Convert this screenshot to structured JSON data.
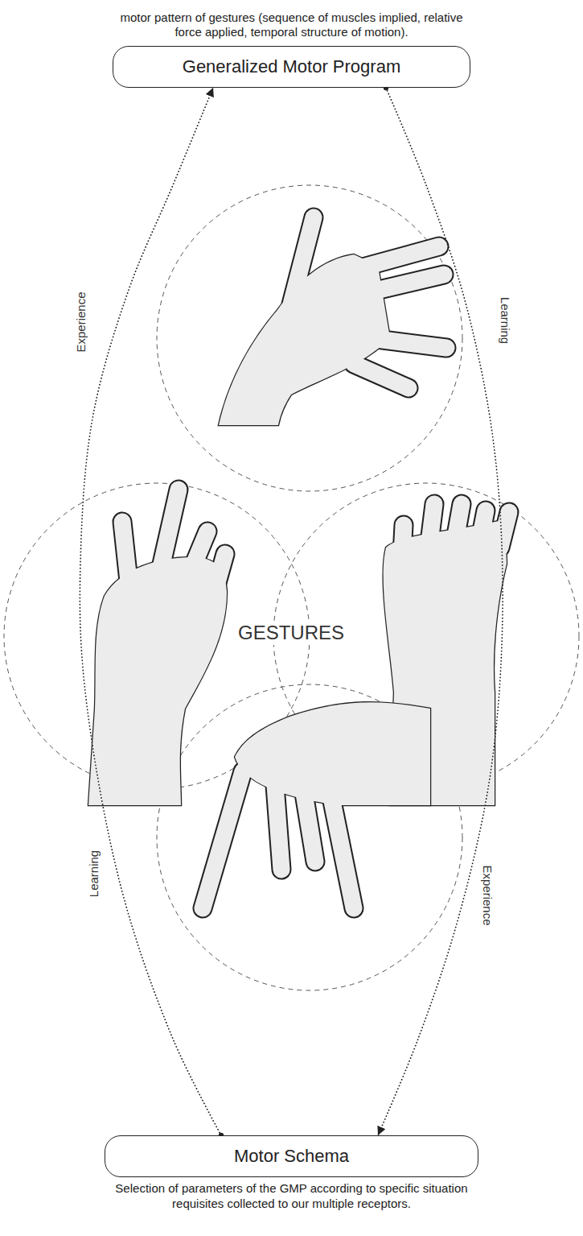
{
  "diagram": {
    "nodes": [
      {
        "text": [
          "motor pattern of gestures (sequence of muscles implied, relative force applied, temporal structure of motion).",
          "Generalized Motor Program"
        ]
      },
      {
        "text": [
          "Motor Schema",
          "Selection of parameters of the GMP according to specific situation requisites collected to our multiple receptors."
        ]
      }
    ],
    "edges": [
      {
        "from": 1,
        "to": 0,
        "arrow": "to"
      },
      {
        "from": 0,
        "to": 1,
        "arrow": "to"
      }
    ],
    "labels": [
      "Experience",
      "Learning",
      "GESTURES",
      "Learning",
      "Experience"
    ]
  }
}
